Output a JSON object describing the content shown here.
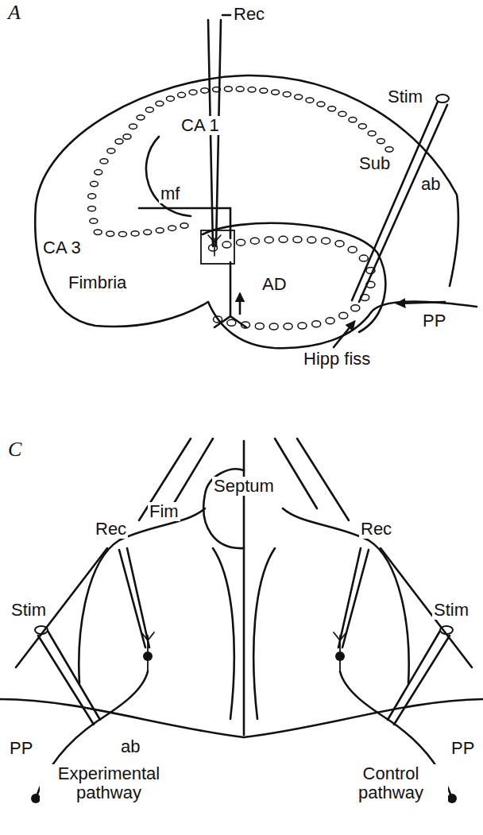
{
  "diagram": {
    "labels": [
      "A",
      "Rec",
      "CA 1",
      "Stim",
      "Sub",
      "ab",
      "CA 3",
      "mf",
      "AD",
      "PP",
      "Fimbria",
      "Hipp fiss",
      "C",
      "Rec",
      "Fim",
      "Septum",
      "Rec",
      "Stim",
      "Stim",
      "ab",
      "PP",
      "Experimental pathway",
      "PP",
      "Control pathway"
    ]
  }
}
